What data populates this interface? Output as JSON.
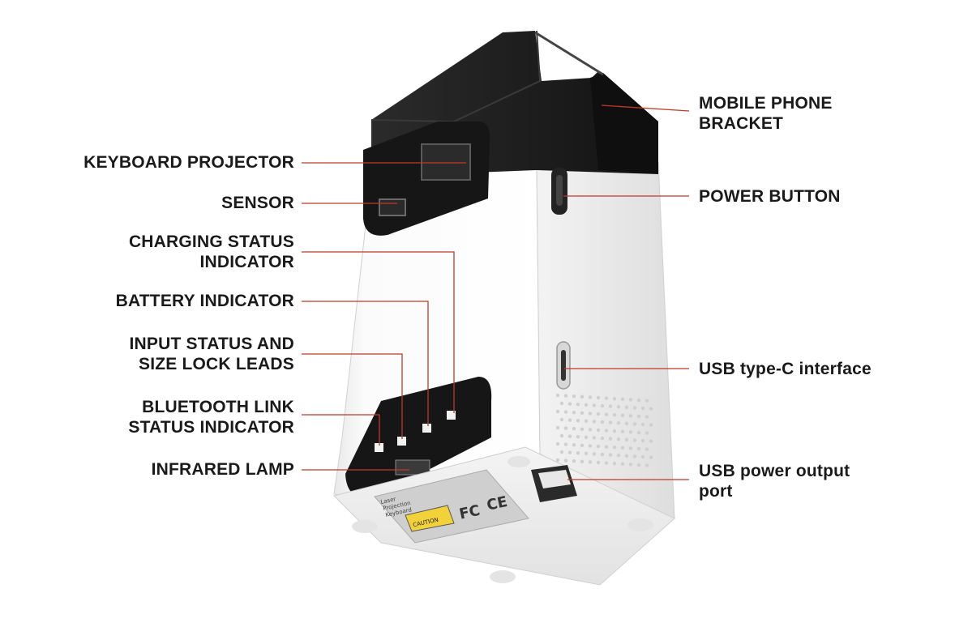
{
  "labels": {
    "keyboard_projector": [
      "KEYBOARD PROJECTOR"
    ],
    "sensor": [
      "SENSOR"
    ],
    "charging_status": [
      "CHARGING STATUS",
      "INDICATOR"
    ],
    "battery_indicator": [
      "BATTERY INDICATOR"
    ],
    "input_status": [
      "INPUT STATUS AND",
      "SIZE LOCK LEADS"
    ],
    "bluetooth_status": [
      "BLUETOOTH LINK",
      "STATUS INDICATOR"
    ],
    "infrared_lamp": [
      "INFRARED LAMP"
    ],
    "mobile_phone_bracket": [
      "MOBILE PHONE",
      "BRACKET"
    ],
    "power_button": [
      "POWER BUTTON"
    ],
    "usb_type_c": [
      "USB type-C interface"
    ],
    "usb_power_output": [
      "USB power output",
      "port"
    ]
  },
  "device_sticker": {
    "fcc": "FC",
    "ce": "CE",
    "caution": "CAUTION",
    "product_lines": [
      "Laser",
      "Projection",
      "Keyboard"
    ]
  },
  "colors": {
    "leader_line": "#c0392b",
    "body": "#ffffff",
    "dark_panel": "#1e1e1e"
  }
}
